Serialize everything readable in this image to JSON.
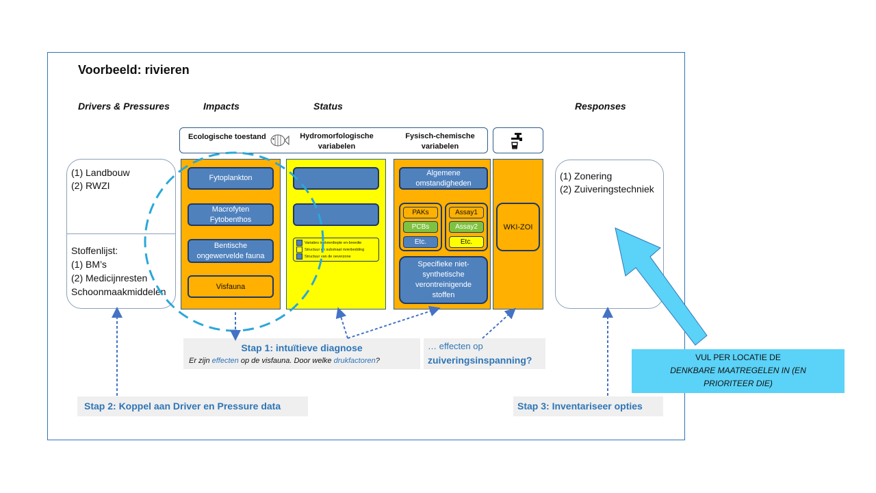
{
  "title": "Voorbeeld: rivieren",
  "column_headers": {
    "drivers": "Drivers & Pressures",
    "impacts": "Impacts",
    "status": "Status",
    "responses": "Responses"
  },
  "panel_header": {
    "ecologisch": "Ecologische toestand",
    "hydro_line1": "Hydromorfologische",
    "hydro_line2": "variabelen",
    "fysisch_line1": "Fysisch-chemische",
    "fysisch_line2": "variabelen"
  },
  "drivers_box": {
    "item1": "(1)  Landbouw",
    "item2": "(2)  RWZI",
    "stoffen_title": "Stoffenlijst:",
    "stoffen1": "(1) BM’s",
    "stoffen2": "(2) Medicijnresten",
    "stoffen3": "Schoonmaakmiddelen"
  },
  "ecology_boxes": {
    "b1": "Fytoplankton",
    "b2_line1": "Macrofyten",
    "b2_line2": "Fytobenthos",
    "b3_line1": "Bentische",
    "b3_line2": "ongewervelde fauna",
    "b4": "Visfauna"
  },
  "hydro_legend": {
    "l1": "Variaties in rivierdiepte en-breedte",
    "l2": "Structuur en substraat rivierbedding",
    "l3": "Structuur van de oeverzone"
  },
  "chem_boxes": {
    "alg_line1": "Algemene",
    "alg_line2": "omstandigheden",
    "paks": "PAKs",
    "pcbs": "PCBs",
    "etc1": "Etc.",
    "assay1": "Assay1",
    "assay2": "Assay2",
    "etc2": "Etc.",
    "spec_line1": "Specifieke niet-",
    "spec_line2": "synthetische",
    "spec_line3": "verontreinigende",
    "spec_line4": "stoffen"
  },
  "wki_label": "WKI-ZOI",
  "responses_box": {
    "item1": "(1)  Zonering",
    "item2": "(2)  Zuiveringstechniek"
  },
  "step1": {
    "title": "Stap 1: intuïtieve diagnose",
    "sub_a": "Er zijn ",
    "sub_effecten": "effecten",
    "sub_b": " op de visfauna.  Door welke ",
    "sub_druk": "drukfactoren",
    "sub_c": "?"
  },
  "effecten": {
    "line1": "… effecten op",
    "line2": "zuiveringsinspanning?"
  },
  "step2": "Stap 2: Koppel aan Driver en Pressure data",
  "step3": "Stap 3: Inventariseer opties",
  "callout": {
    "line1": "VUL PER LOCATIE  DE",
    "line2": "DENKBARE MAATREGELEN IN (EN",
    "line3": "PRIORITEER DIE)"
  },
  "colors": {
    "frame": "#2e75b6",
    "orange": "#ffb000",
    "yellow": "#ffff00",
    "box_blue": "#4f81bd",
    "box_green": "#7fc241",
    "cyan": "#5bd2f7",
    "dashed_arrow": "#4472c4",
    "dashed_circle": "#2aa7d9"
  },
  "icons": [
    "fish-icon",
    "water-tap-icon"
  ]
}
